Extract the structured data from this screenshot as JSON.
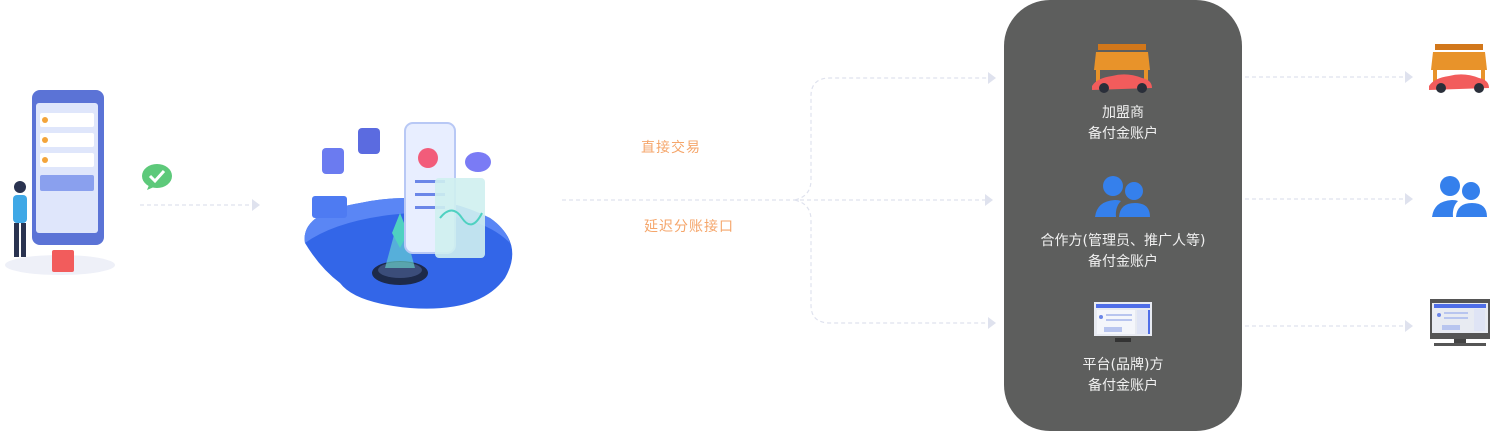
{
  "flow": {
    "direct_label": "直接交易",
    "delayed_label": "延迟分账接口"
  },
  "accounts": [
    {
      "name": "加盟商",
      "sub": "备付金账户",
      "icon": "store-car-icon"
    },
    {
      "name": "合作方(管理员、推广人等)",
      "sub": "备付金账户",
      "icon": "users-icon"
    },
    {
      "name": "平台(品牌)方",
      "sub": "备付金账户",
      "icon": "monitor-icon"
    }
  ],
  "colors": {
    "panel": "#5d5e5d",
    "label": "#f5a66b",
    "line": "#dfe2ee",
    "blue": "#3580ec",
    "wechat": "#5dc97a"
  }
}
